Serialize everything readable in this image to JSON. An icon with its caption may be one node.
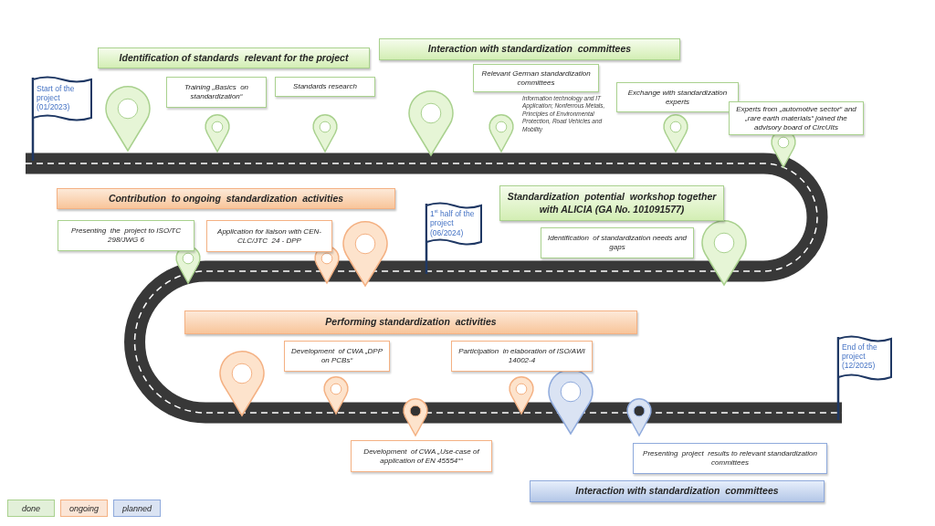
{
  "diagram": {
    "nodes": [
      {
        "text": [
          "Identification of standards  relevant for the project"
        ]
      },
      {
        "text": [
          "Interaction with standardization  committees"
        ]
      },
      {
        "text": [
          "Start of the project (01/2023)"
        ]
      },
      {
        "text": [
          "Training „Basics  on standardization“"
        ]
      },
      {
        "text": [
          "Standards research"
        ]
      },
      {
        "text": [
          "Relevant German standardization committees"
        ]
      },
      {
        "text": [
          "Exchange with standardization experts"
        ]
      },
      {
        "text": [
          "Experts from „automotive sector“ and „rare earth materials“ joined the advisory board of CircUIts"
        ]
      },
      {
        "text": [
          "Contribution  to ongoing  standardization  activities"
        ]
      },
      {
        "text": [
          "Standardization  potential  workshop together with ALICIA (GA No. 101091577)"
        ]
      },
      {
        "text": [
          "1$^{st}$ half of the project (06/2024)"
        ]
      },
      {
        "text": [
          "Presenting  the  project to ISO/TC 298/JWG 6"
        ]
      },
      {
        "text": [
          "Application for liaison with CEN-CLC/JTC  24 - DPP"
        ]
      },
      {
        "text": [
          "Identification  of standardization needs and gaps"
        ]
      },
      {
        "text": [
          "Performing standardization  activities"
        ]
      },
      {
        "text": [
          "Development  of CWA „DPP on PCBs“"
        ]
      },
      {
        "text": [
          "Participation  in elaboration of ISO/AWI 14002-4"
        ]
      },
      {
        "text": [
          "End of the project (12/2025)"
        ]
      },
      {
        "text": [
          "Development  of CWA „Use-case of application of EN 45554““"
        ]
      },
      {
        "text": [
          "Presenting  project  results to relevant standardization committees"
        ]
      },
      {
        "text": [
          "Interaction with standardization  committees"
        ]
      }
    ],
    "labels": [
      "Information technology and IT Application; Nonferrous Metals, Principles of Environmental Protection, Road Vehicles and Mobility"
    ],
    "legend": [
      {
        "text": "done",
        "color": "#e2f0d9"
      },
      {
        "text": "ongoing",
        "color": "#fbe5d6"
      },
      {
        "text": "planned",
        "color": "#dae3f3"
      }
    ]
  }
}
